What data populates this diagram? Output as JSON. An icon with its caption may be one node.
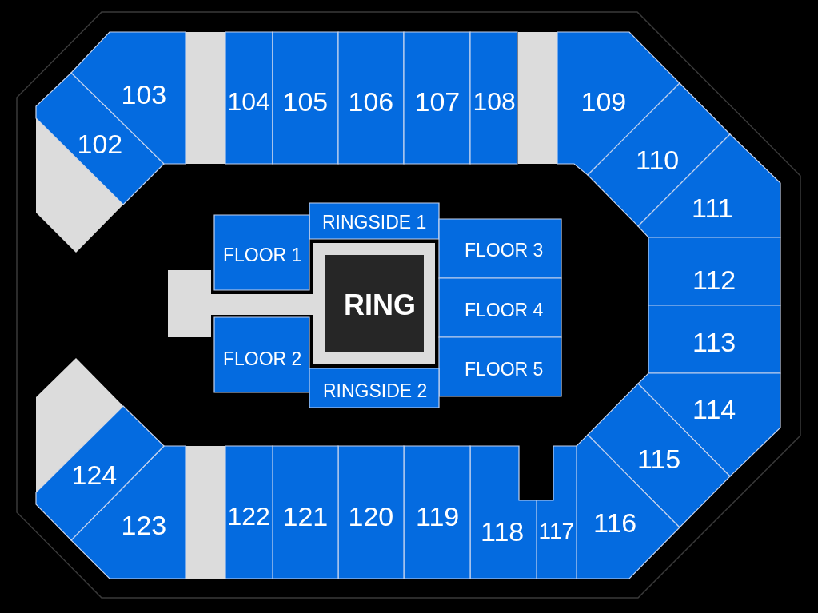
{
  "diagram": {
    "nodes": [
      {
        "text": [
          "102"
        ]
      },
      {
        "text": [
          "103"
        ]
      },
      {
        "text": [
          "104"
        ]
      },
      {
        "text": [
          "105"
        ]
      },
      {
        "text": [
          "106"
        ]
      },
      {
        "text": [
          "107"
        ]
      },
      {
        "text": [
          "108"
        ]
      },
      {
        "text": [
          "109"
        ]
      },
      {
        "text": [
          "110"
        ]
      },
      {
        "text": [
          "111"
        ]
      },
      {
        "text": [
          "112"
        ]
      },
      {
        "text": [
          "113"
        ]
      },
      {
        "text": [
          "114"
        ]
      },
      {
        "text": [
          "115"
        ]
      },
      {
        "text": [
          "116"
        ]
      },
      {
        "text": [
          "117"
        ]
      },
      {
        "text": [
          "118"
        ]
      },
      {
        "text": [
          "119"
        ]
      },
      {
        "text": [
          "120"
        ]
      },
      {
        "text": [
          "121"
        ]
      },
      {
        "text": [
          "122"
        ]
      },
      {
        "text": [
          "123"
        ]
      },
      {
        "text": [
          "124"
        ]
      },
      {
        "text": [
          "RINGSIDE 1"
        ]
      },
      {
        "text": [
          "FLOOR 1"
        ]
      },
      {
        "text": [
          "FLOOR 3"
        ]
      },
      {
        "text": [
          "RING"
        ]
      },
      {
        "text": [
          "FLOOR 4"
        ]
      },
      {
        "text": [
          "FLOOR 2"
        ]
      },
      {
        "text": [
          "FLOOR 5"
        ]
      },
      {
        "text": [
          "RINGSIDE 2"
        ]
      },
      {
        "text": [],
        "shape": "box"
      },
      {
        "text": [],
        "shape": "box"
      },
      {
        "text": [],
        "shape": "box"
      },
      {
        "text": [],
        "shape": "box"
      },
      {
        "text": [],
        "shape": "box"
      },
      {
        "text": [],
        "shape": "box"
      }
    ]
  }
}
